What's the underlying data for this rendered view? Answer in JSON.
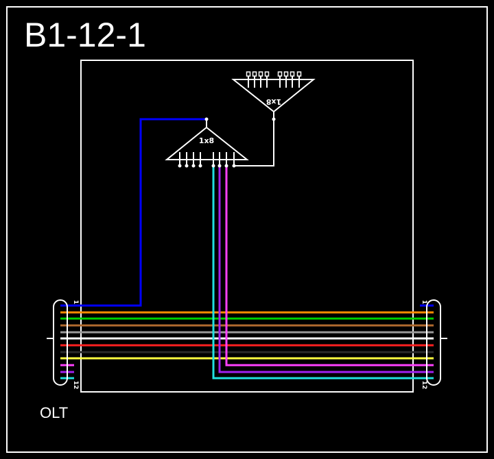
{
  "title": "B1-12-1",
  "olt_label": "OLT",
  "splitter_lower": {
    "label": "1x8"
  },
  "splitter_upper": {
    "label": "1x8"
  },
  "cable_ends": {
    "left_top": "1",
    "left_bottom": "12",
    "right_top": "1",
    "right_bottom": "12"
  },
  "colors": {
    "background": "#000000",
    "foreground": "#ffffff",
    "fiber_1": "#0000ff",
    "fiber_2": "#ff8c00",
    "fiber_3": "#00d000",
    "fiber_4": "#b06a2e",
    "fiber_5": "#9a9a9a",
    "fiber_6": "#ffffff",
    "fiber_7": "#ff2020",
    "fiber_8": "#2a2a2a",
    "fiber_9": "#ffff40",
    "fiber_10": "#a020f0",
    "fiber_11": "#ff40ff",
    "fiber_12": "#20e0e0"
  }
}
